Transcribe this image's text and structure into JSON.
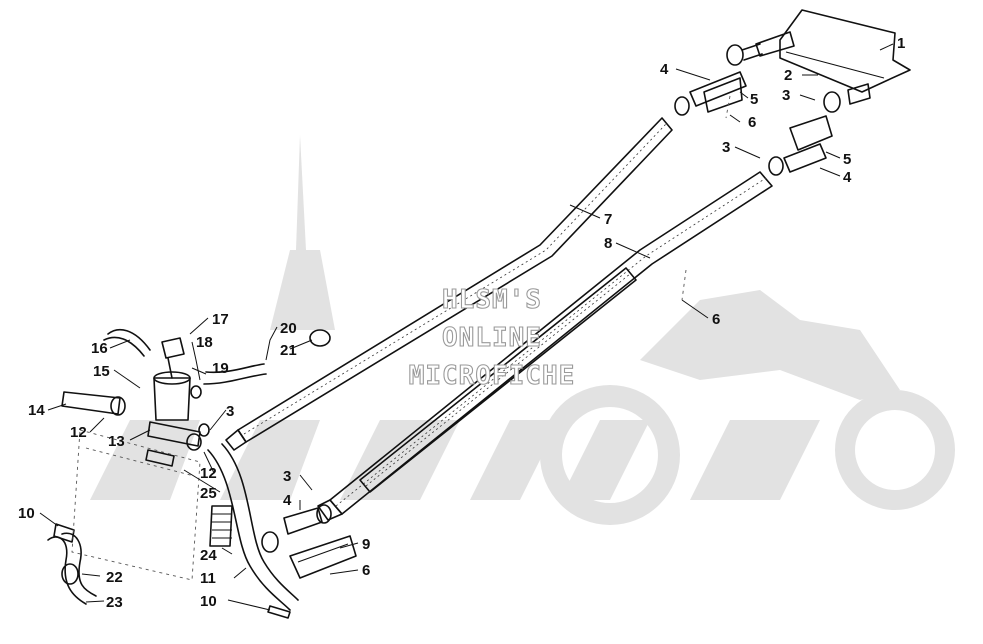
{
  "callouts": [
    "1",
    "2",
    "3",
    "4",
    "5",
    "6",
    "3",
    "5",
    "4",
    "7",
    "8",
    "6",
    "17",
    "20",
    "21",
    "16",
    "18",
    "19",
    "15",
    "14",
    "3",
    "12",
    "13",
    "12",
    "25",
    "3",
    "4",
    "10",
    "9",
    "24",
    "6",
    "22",
    "11",
    "23",
    "10"
  ],
  "watermark": [
    "HLSM'S",
    "ONLINE",
    "MICROFICHE"
  ]
}
